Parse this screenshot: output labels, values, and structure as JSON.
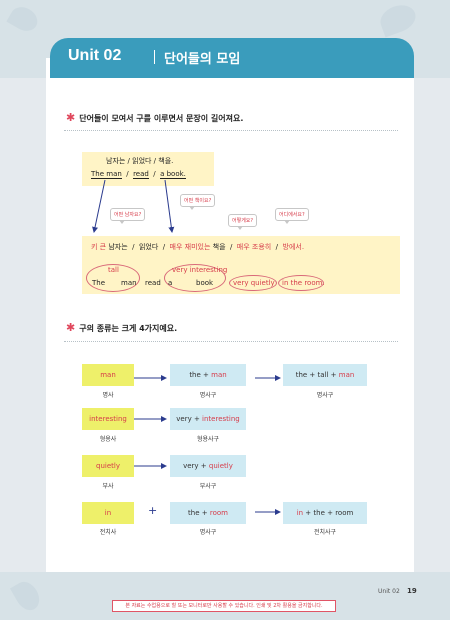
{
  "header": {
    "unit": "Unit 02",
    "title": "단어들의 모임"
  },
  "section1": {
    "heading": "단어들이 모여서 구를 이루면서 문장이 길어져요.",
    "original_kr": "남자는  /  읽었다  /  책을.",
    "original_en": [
      "The man",
      "read",
      "a book."
    ],
    "bubbles": [
      "어떤 남자요?",
      "어떤 책이요?",
      "어떻게요?",
      "어디에서요?"
    ],
    "expanded_kr": [
      "키 큰",
      "남자는",
      "읽었다",
      "매우 재미있는",
      "책을",
      "매우 조용히",
      "방에서."
    ],
    "expanded_en": {
      "the": "The",
      "tall": "tall",
      "man": "man",
      "read": "read",
      "a": "a",
      "very_interesting": "very interesting",
      "book": "book",
      "very_quietly": "very quietly",
      "in_the_room": "in the room."
    }
  },
  "section2": {
    "heading": "구의 종류는 크게 4가지예요.",
    "rows": [
      {
        "word": "man",
        "word_label": "명사",
        "phrase_pre": "the + ",
        "phrase_hl": "man",
        "phrase_label": "명사구",
        "ext_pre": "the + tall + ",
        "ext_hl": "man",
        "ext_label": "명사구"
      },
      {
        "word": "interesting",
        "word_label": "형용사",
        "phrase_pre": "very + ",
        "phrase_hl": "interesting",
        "phrase_label": "형용사구"
      },
      {
        "word": "quietly",
        "word_label": "부사",
        "phrase_pre": "very + ",
        "phrase_hl": "quietly",
        "phrase_label": "부사구"
      },
      {
        "word": "in",
        "word_label": "전치사",
        "plus": "+",
        "phrase_pre": "the + ",
        "phrase_hl": "room",
        "phrase_label": "명사구",
        "ext_pre": "",
        "ext_hl": "in",
        "ext_post": " + the + room",
        "ext_label": "전치사구"
      }
    ]
  },
  "footer": {
    "unit": "Unit 02",
    "page": "19",
    "notice": "본 자료는 수업용으로 힐 또는 모니터로만 사용할 수 있습니다. 인쇄 및 2차 활용을 금지합니다."
  },
  "colors": {
    "banner": "#3a9cbc",
    "accent_red": "#d63c4a",
    "word_chip": "#eef06a",
    "phrase_chip": "#cfeaf3",
    "example_box": "#fff4c6",
    "arrow": "#2b3b8e"
  }
}
